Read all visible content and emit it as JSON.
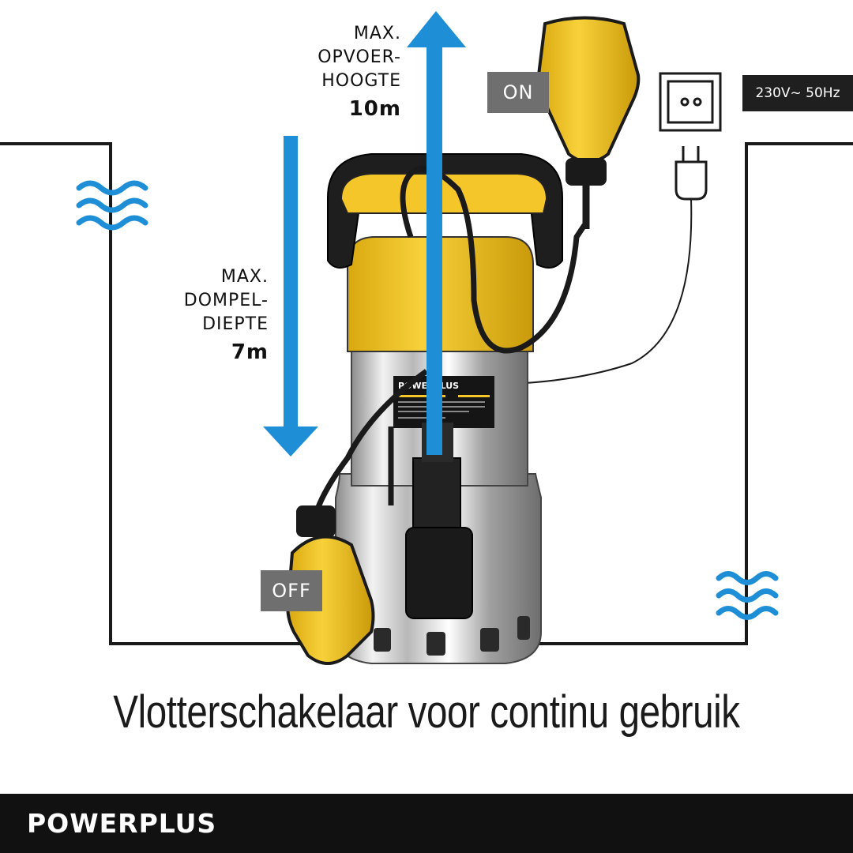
{
  "figure": {
    "lift_height": {
      "line1": "MAX.",
      "line2": "OPVOER-",
      "line3": "HOOGTE",
      "value": "10m"
    },
    "immersion_depth": {
      "line1": "MAX.",
      "line2": "DOMPEL-",
      "line3": "DIEPTE",
      "value": "7m"
    },
    "float_on_label": "ON",
    "float_off_label": "OFF",
    "power_label": "230V~ 50Hz",
    "pump_brand_label": "POWERPLUS",
    "colors": {
      "arrow_blue": "#1e8fd6",
      "float_yellow": "#f5c62a",
      "water_blue": "#1e8fd6",
      "tag_gray": "#6f6f6f"
    }
  },
  "headline": "Vlotterschakelaar voor continu gebruik",
  "footer": {
    "brand": "POWERPLUS"
  }
}
